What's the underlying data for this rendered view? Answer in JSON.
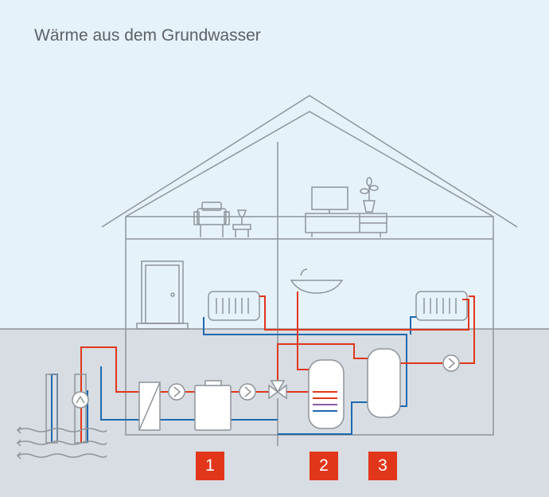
{
  "title": "Wärme aus dem Grundwasser",
  "badges": [
    "1",
    "2",
    "3"
  ],
  "colors": {
    "sky": "#e6f2fa",
    "ground": "#d7dde2",
    "outline": "#8e949a",
    "hot": "#e2361a",
    "cold": "#1d69b0",
    "badge": "#e2361a",
    "title": "#5d6166"
  }
}
